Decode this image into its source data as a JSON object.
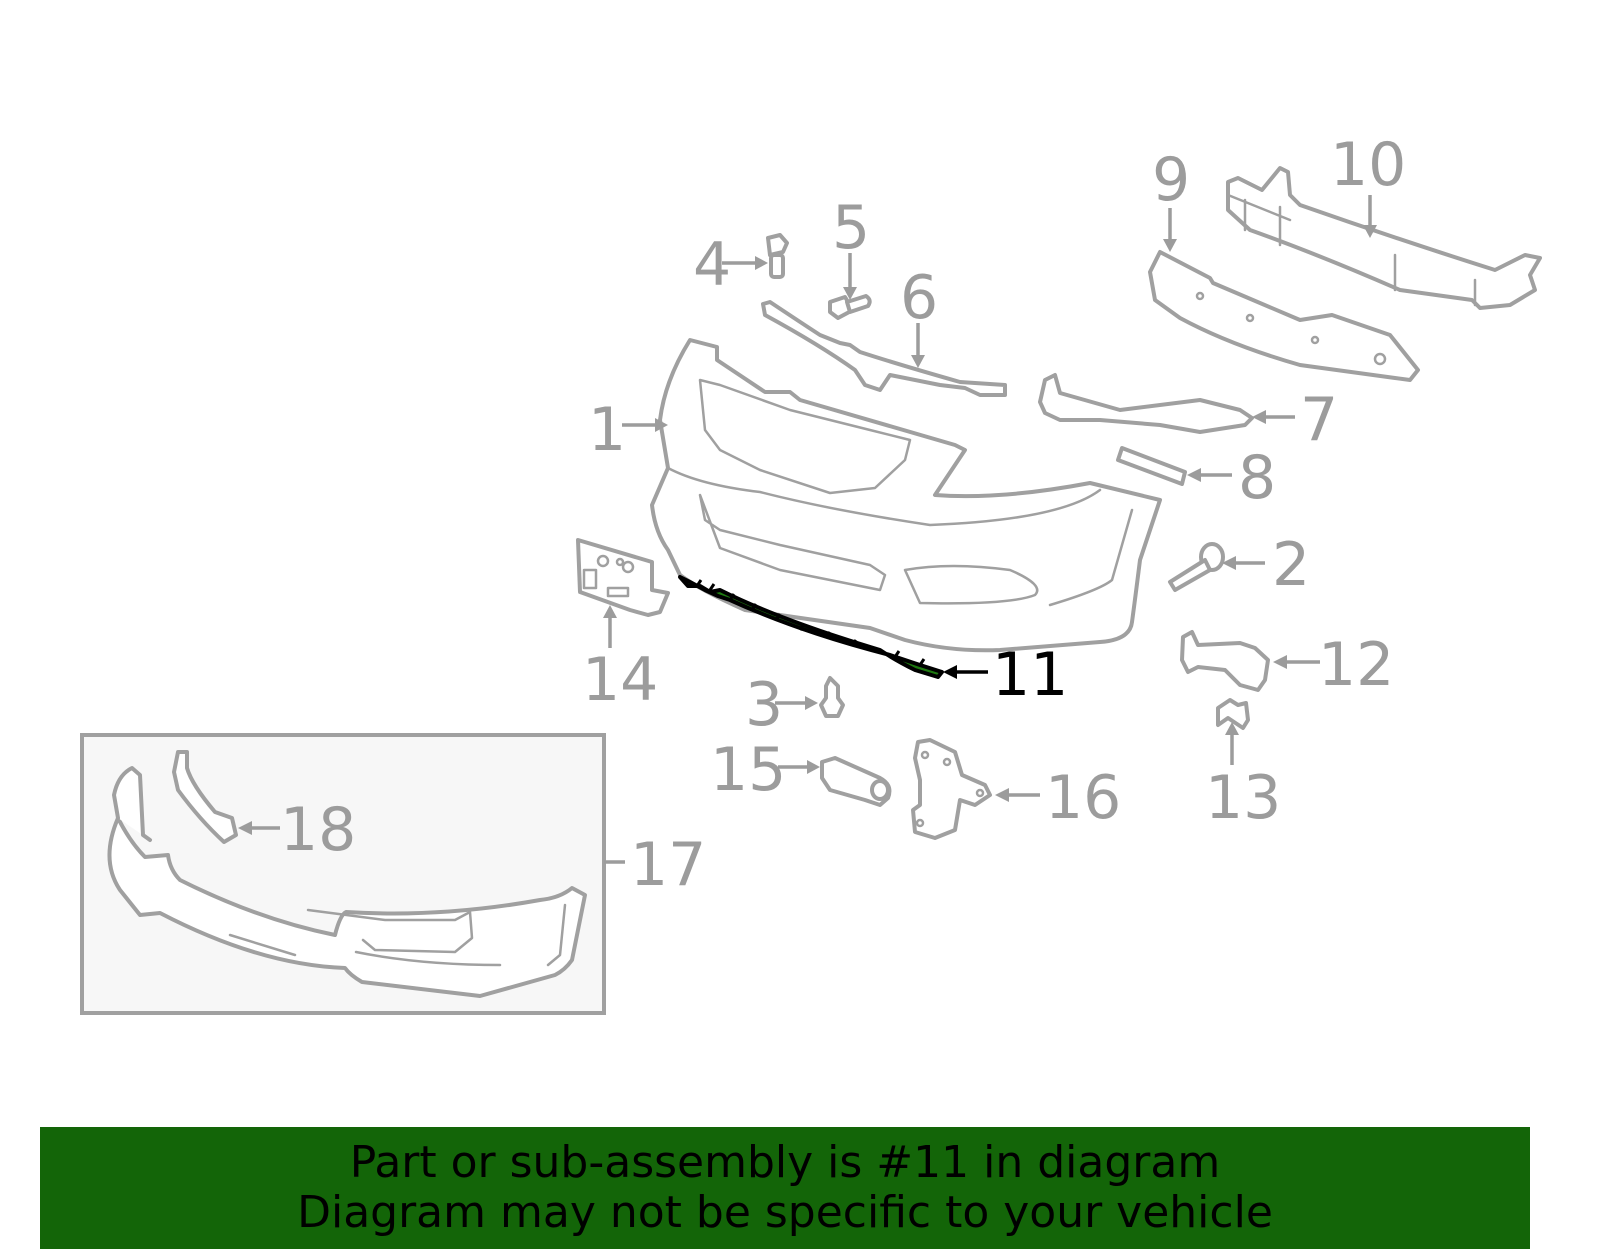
{
  "diagram": {
    "highlighted_part": "11",
    "highlight_color": "#1e7a10",
    "callouts": [
      {
        "number": "1",
        "part": "bumper-cover"
      },
      {
        "number": "2",
        "part": "screw"
      },
      {
        "number": "3",
        "part": "clip"
      },
      {
        "number": "4",
        "part": "bolt"
      },
      {
        "number": "5",
        "part": "bolt"
      },
      {
        "number": "6",
        "part": "upper-bracket"
      },
      {
        "number": "7",
        "part": "side-bracket"
      },
      {
        "number": "8",
        "part": "spacer"
      },
      {
        "number": "9",
        "part": "energy-absorber"
      },
      {
        "number": "10",
        "part": "reinforcement-bar"
      },
      {
        "number": "11",
        "part": "lower-molding"
      },
      {
        "number": "12",
        "part": "side-spacer"
      },
      {
        "number": "13",
        "part": "retainer-clip"
      },
      {
        "number": "14",
        "part": "license-bracket"
      },
      {
        "number": "15",
        "part": "sensor"
      },
      {
        "number": "16",
        "part": "mounting-bracket"
      },
      {
        "number": "17",
        "part": "spoiler-assembly"
      },
      {
        "number": "18",
        "part": "spoiler-side-trim"
      }
    ]
  },
  "banner": {
    "line1": "Part or sub-assembly is #11 in diagram",
    "line2": "Diagram may not be specific to your vehicle",
    "background": "#136508"
  }
}
